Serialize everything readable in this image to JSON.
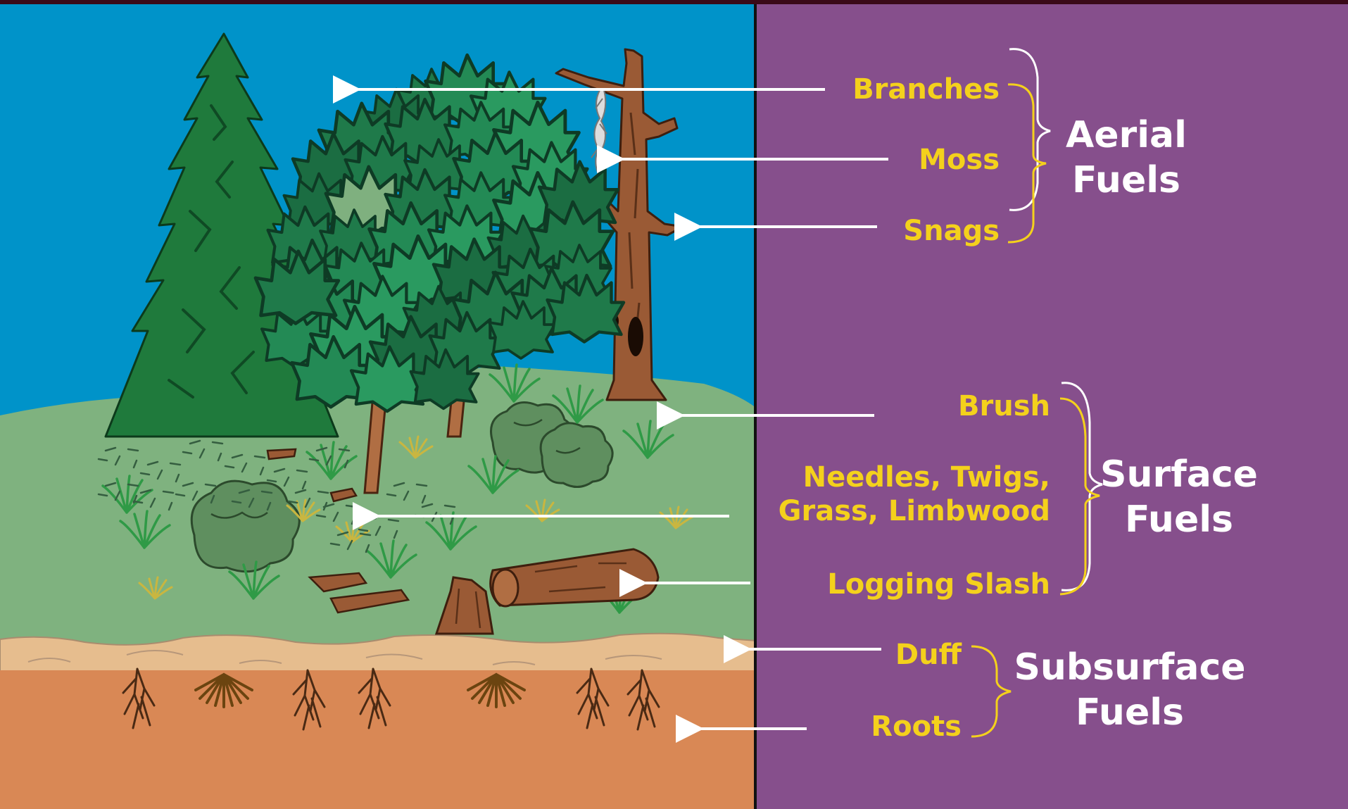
{
  "colors": {
    "sky": "#0093c9",
    "ground": "#7fb27f",
    "duff": "#e6bd8e",
    "soil": "#d98855",
    "panel": "#864f8c",
    "label_yellow": "#f4d11c",
    "category_white": "#ffffff",
    "arrow_white": "#ffffff",
    "conifer": "#1f7a3c",
    "broadleaf": "#238a55",
    "bark": "#9a5a35",
    "divider": "#111111"
  },
  "groups": [
    {
      "key": "aerial",
      "category_lines": [
        "Aerial",
        "Fuels"
      ],
      "items": [
        {
          "key": "branches",
          "label": "Branches"
        },
        {
          "key": "moss",
          "label": "Moss"
        },
        {
          "key": "snags",
          "label": "Snags"
        }
      ]
    },
    {
      "key": "surface",
      "category_lines": [
        "Surface",
        "Fuels"
      ],
      "items": [
        {
          "key": "brush",
          "label": "Brush"
        },
        {
          "key": "needles",
          "label_lines": [
            "Needles, Twigs,",
            "Grass, Limbwood"
          ]
        },
        {
          "key": "slash",
          "label": "Logging Slash"
        }
      ]
    },
    {
      "key": "subsurface",
      "category_lines": [
        "Subsurface",
        "Fuels"
      ],
      "items": [
        {
          "key": "duff",
          "label": "Duff"
        },
        {
          "key": "roots",
          "label": "Roots"
        }
      ]
    }
  ],
  "illustration": {
    "elements": [
      "conifer-tree",
      "broadleaf-tree",
      "snag",
      "moss",
      "brush-shrubs",
      "grass-tufts",
      "needle-litter",
      "logging-slash",
      "stump",
      "duff-layer",
      "roots",
      "soil-layer"
    ]
  }
}
